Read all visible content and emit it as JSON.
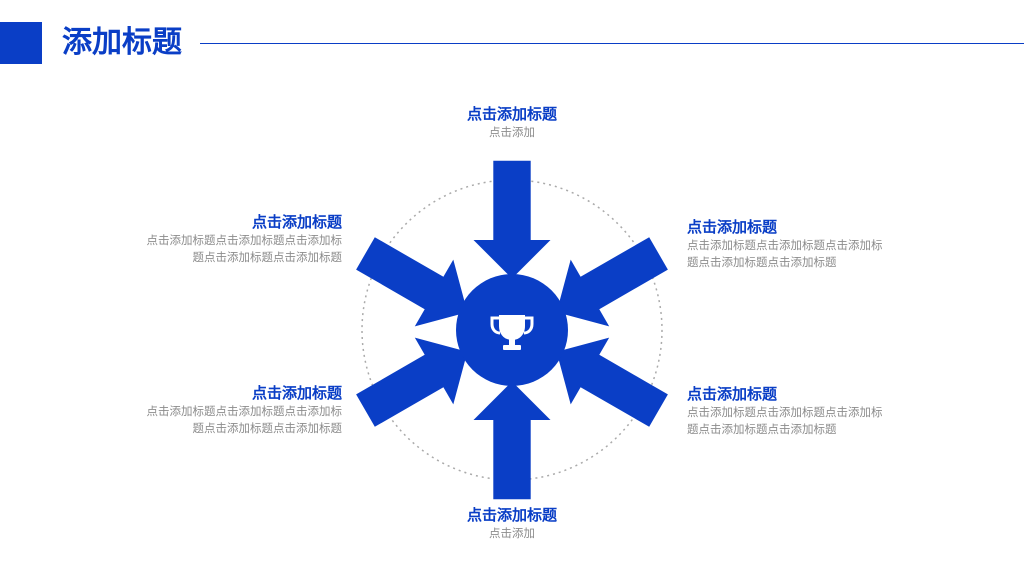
{
  "slide": {
    "title": "添加标题"
  },
  "colors": {
    "accent": "#0a3ec6",
    "muted_text": "#8c8c8c",
    "dashed_circle": "#aaaaaa"
  },
  "center": {
    "icon": "trophy-icon"
  },
  "items": {
    "top": {
      "heading": "点击添加标题",
      "body": "点击添加"
    },
    "left_upper": {
      "heading": "点击添加标题",
      "body_line1": "点击添加标题点击添加标题点击添加标",
      "body_line2": "题点击添加标题点击添加标题"
    },
    "left_lower": {
      "heading": "点击添加标题",
      "body_line1": "点击添加标题点击添加标题点击添加标",
      "body_line2": "题点击添加标题点击添加标题"
    },
    "right_upper": {
      "heading": "点击添加标题",
      "body_line1": "点击添加标题点击添加标题点击添加标",
      "body_line2": "题点击添加标题点击添加标题"
    },
    "right_lower": {
      "heading": "点击添加标题",
      "body_line1": "点击添加标题点击添加标题点击添加标",
      "body_line2": "题点击添加标题点击添加标题"
    },
    "bottom": {
      "heading": "点击添加标题",
      "body": "点击添加"
    }
  }
}
